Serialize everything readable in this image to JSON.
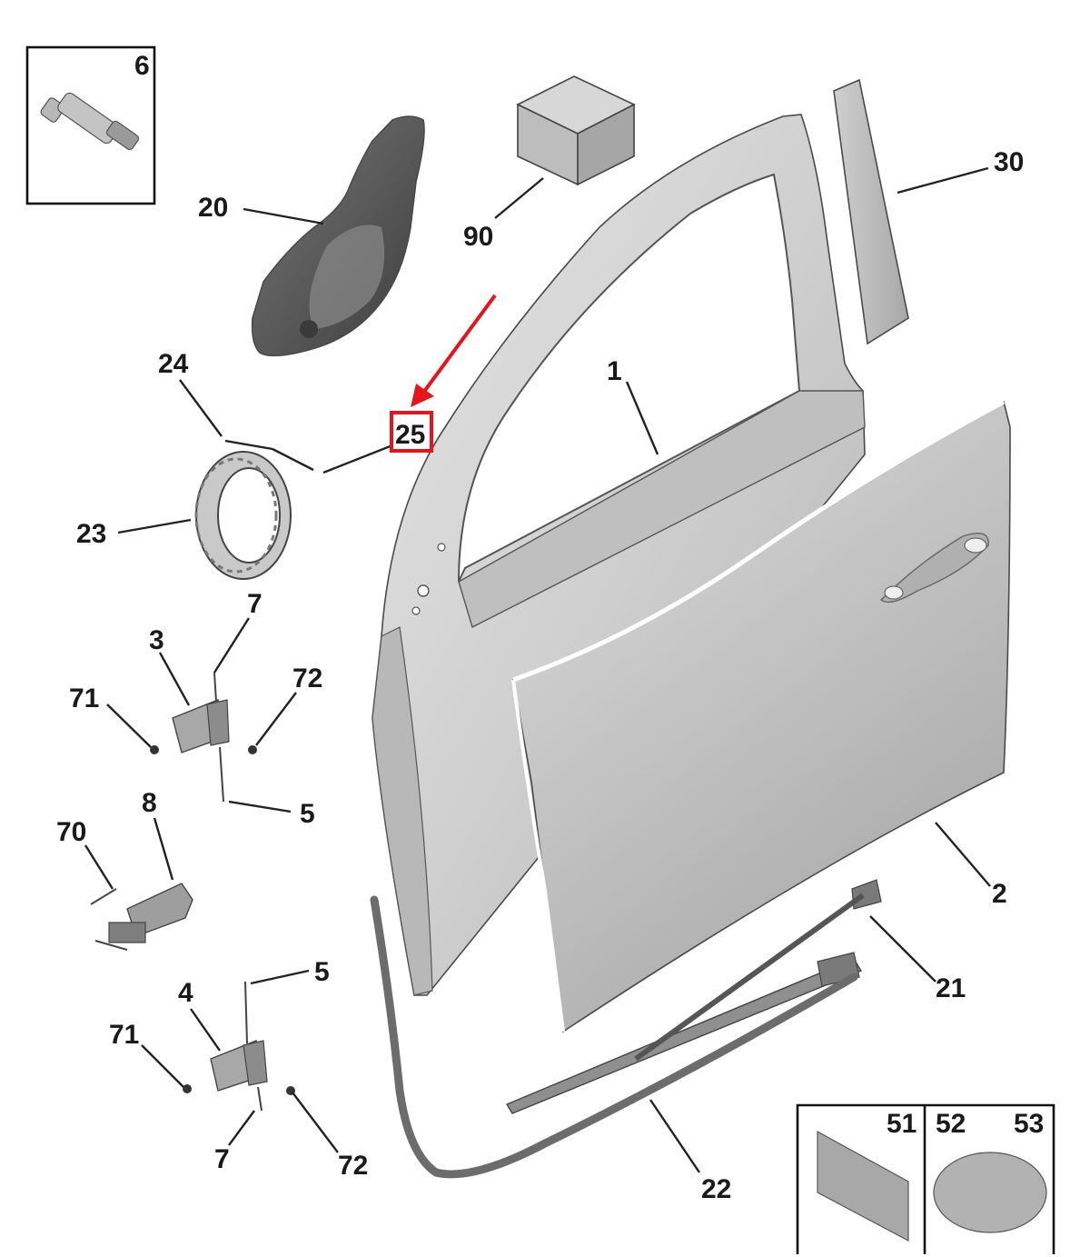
{
  "labels": {
    "p1": "1",
    "p2": "2",
    "p3": "3",
    "p4": "4",
    "p5a": "5",
    "p5b": "5",
    "p6": "6",
    "p7a": "7",
    "p7b": "7",
    "p8": "8",
    "p20": "20",
    "p21": "21",
    "p22": "22",
    "p23": "23",
    "p24": "24",
    "p25": "25",
    "p30": "30",
    "p51": "51",
    "p52": "52",
    "p53": "53",
    "p70": "70",
    "p71a": "71",
    "p71b": "71",
    "p72a": "72",
    "p72b": "72",
    "p90": "90"
  },
  "highlight": {
    "part": "25",
    "color": "#e8141c"
  },
  "colors": {
    "panel_light": "#e2e2e2",
    "panel_mid": "#c8c8c8",
    "panel_dark": "#9a9a9a",
    "trim_dark": "#555555",
    "ink": "#1a1a1a"
  }
}
